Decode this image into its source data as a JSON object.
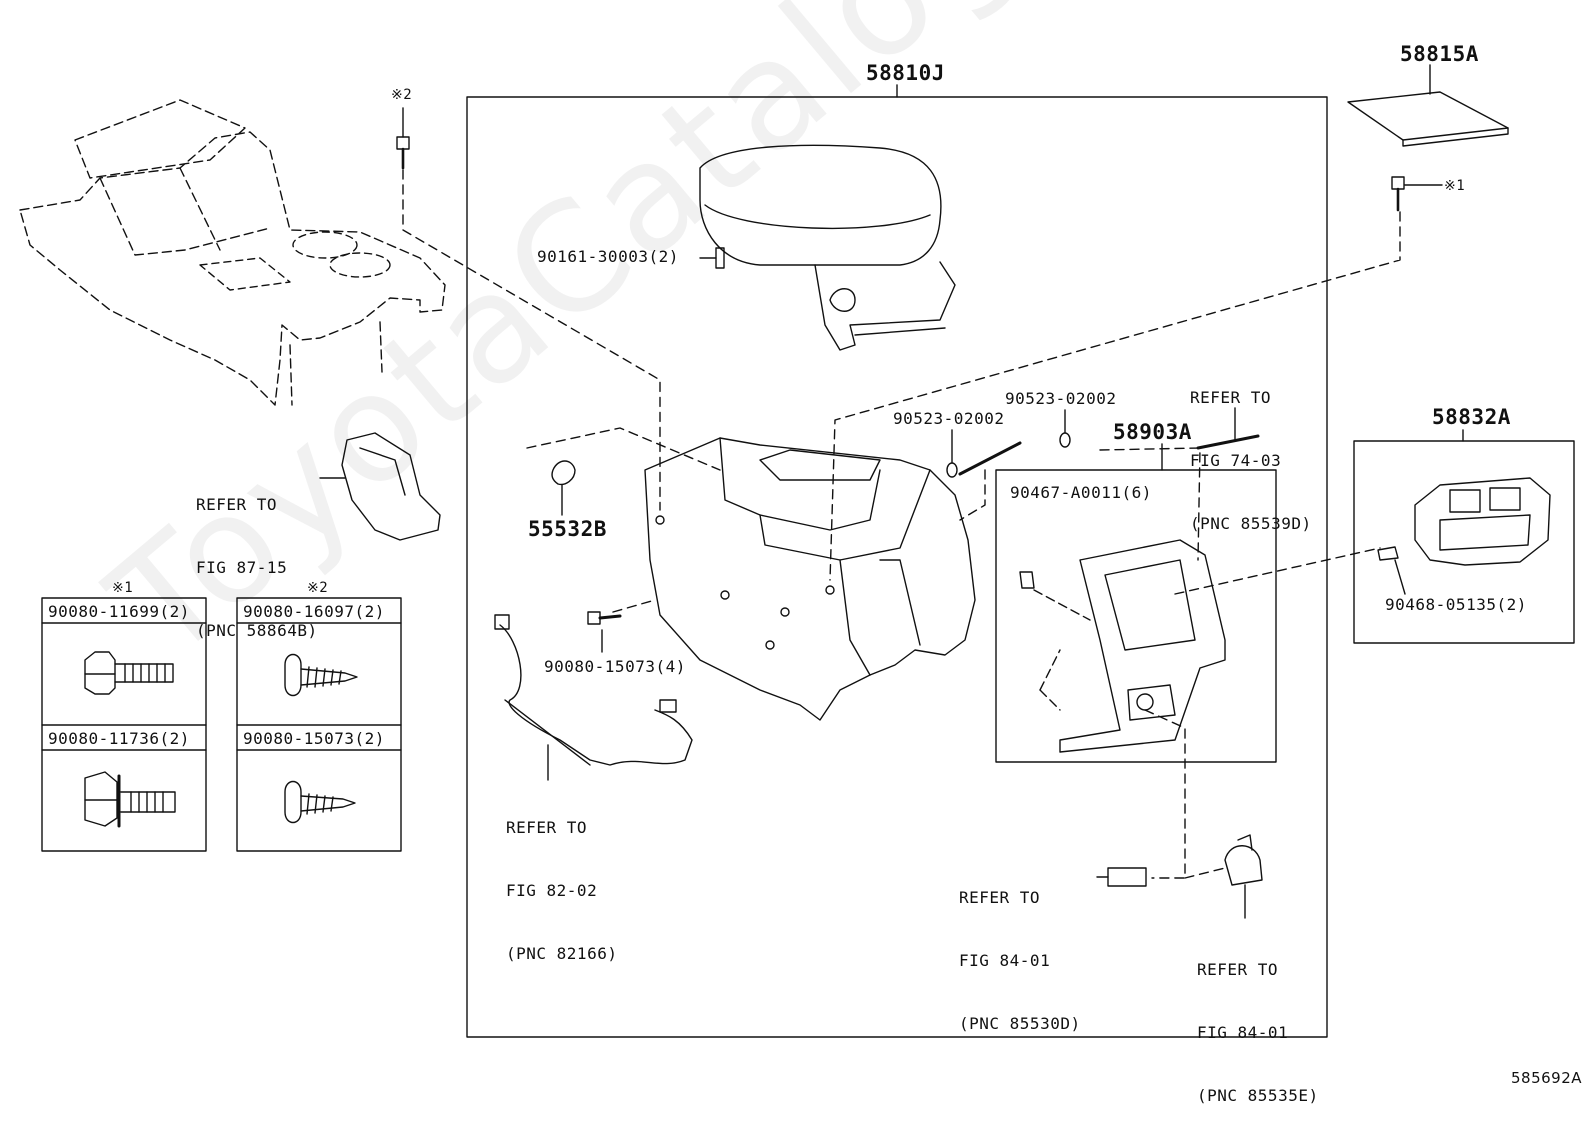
{
  "watermark": "ToyotaCatalog.ru",
  "figure_code": "585692A",
  "callouts": {
    "main_box": "58810J",
    "mat": "58815A",
    "vent_assembly": "58832A",
    "panel_assembly": "58903A",
    "clip_55532B": "55532B",
    "pin_90161": "90161-30003(2)",
    "washer_a": "90523-02002",
    "washer_b": "90523-02002",
    "clip_90467": "90467-A0011(6)",
    "clip_90468": "90468-05135(2)",
    "bolt_main": "90080-15073(4)",
    "note_mark_1": "※1",
    "note_mark_2": "※2",
    "screw_top_mark": "※2",
    "screw_right_mark": "※1"
  },
  "references": {
    "ref_87_15": [
      "REFER TO",
      "FIG 87-15",
      "(PNC 58864B)"
    ],
    "ref_82_02": [
      "REFER TO",
      "FIG 82-02",
      "(PNC 82166)"
    ],
    "ref_74_03": [
      "REFER TO",
      "FIG 74-03",
      "(PNC 85539D)"
    ],
    "ref_84_01_a": [
      "REFER TO",
      "FIG 84-01",
      "(PNC 85530D)"
    ],
    "ref_84_01_b": [
      "REFER TO",
      "FIG 84-01",
      "(PNC 85535E)"
    ]
  },
  "fastener_tables": [
    {
      "mark": "※1",
      "rows": [
        {
          "part": "90080-11699(2)",
          "icon": "flange-bolt-icon"
        },
        {
          "part": "90080-11736(2)",
          "icon": "washer-bolt-icon"
        }
      ]
    },
    {
      "mark": "※2",
      "rows": [
        {
          "part": "90080-16097(2)",
          "icon": "tapping-screw-icon"
        },
        {
          "part": "90080-15073(2)",
          "icon": "tapping-screw-icon"
        }
      ]
    }
  ]
}
